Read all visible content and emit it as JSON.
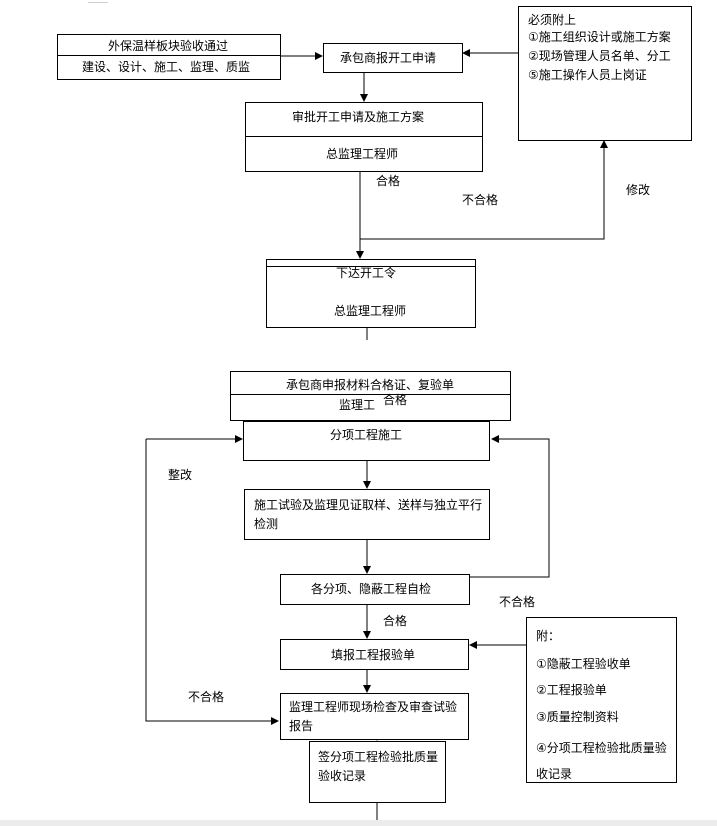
{
  "nodes": {
    "insulation_pass": {
      "line1": "外保温样板块验收通过",
      "line2": "建设、设计、施工、监理、质监"
    },
    "contractor_apply": {
      "label": "承包商报开工申请"
    },
    "attach_required": {
      "title": "必须附上",
      "item1": "①施工组织设计或施工方案",
      "item2": "②现场管理人员名单、分工",
      "item3": "⑤施工操作人员上岗证"
    },
    "approve_apply": {
      "line1": "审批开工申请及施工方案",
      "line2": "总监理工程师"
    },
    "start_order": {
      "line1": "下达开工令",
      "line2": "总监理工程师"
    },
    "material_cert": {
      "line1": "承包商申报材料合格证、复验单",
      "line2": "监理工"
    },
    "sub_construction": {
      "label": "分项工程施工"
    },
    "testing": {
      "label": "施工试验及监理见证取样、送样与独立平行检测"
    },
    "self_check": {
      "label": "各分项、隐蔽工程自检"
    },
    "report_fill": {
      "label": "填报工程报验单"
    },
    "site_inspection": {
      "label": "监理工程师现场检查及审查试验报告"
    },
    "sign_record": {
      "label": "签分项工程检验批质量验收记录"
    },
    "attach_list": {
      "title": "附：",
      "item1": "①隐蔽工程验收单",
      "item2": "②工程报验单",
      "item3": "③质量控制资料",
      "item4": "④分项工程检验批质量验收记录"
    }
  },
  "edge_labels": {
    "pass_1": "合格",
    "fail_1": "不合格",
    "revise": "修改",
    "pass_2": "合格",
    "rectify": "整改",
    "fail_2": "不合格",
    "pass_3": "合格",
    "fail_3": "不合格"
  }
}
